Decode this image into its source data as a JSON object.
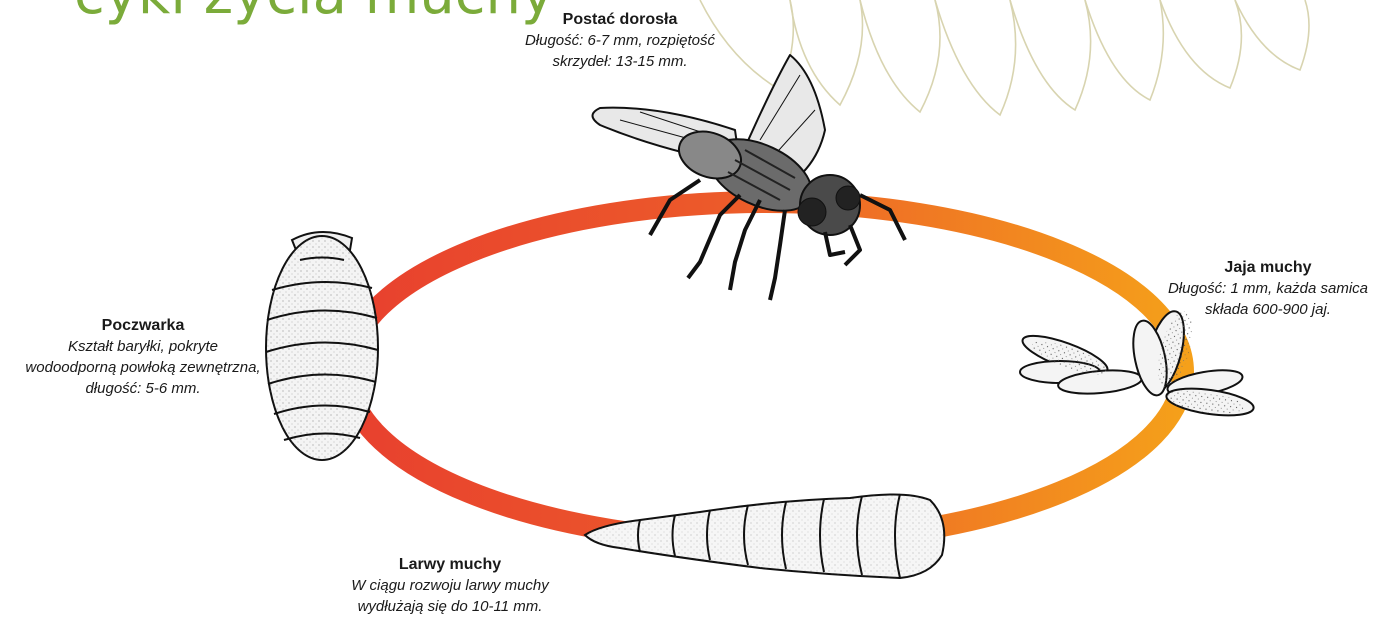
{
  "title": "cykl życia muchy",
  "colors": {
    "title": "#7bab3a",
    "ring_red": "#e8402e",
    "ring_orange": "#f39a1c",
    "text": "#1a1a1a"
  },
  "stages": {
    "adult": {
      "name": "Postać dorosła",
      "desc": "Długość:  6-7 mm, rozpiętość\nskrzydeł: 13-15 mm."
    },
    "eggs": {
      "name": "Jaja muchy",
      "desc": "Długość: 1 mm, każda samica\nskłada 600-900 jaj."
    },
    "pupa": {
      "name": "Poczwarka",
      "desc": "Kształt baryłki, pokryte\nwodoodporną powłoką zewnętrzna,\ndługość: 5-6 mm."
    },
    "larva": {
      "name": "Larwy muchy",
      "desc": "W ciągu rozwoju larwy muchy\nwydłużają się do 10-11 mm."
    }
  }
}
